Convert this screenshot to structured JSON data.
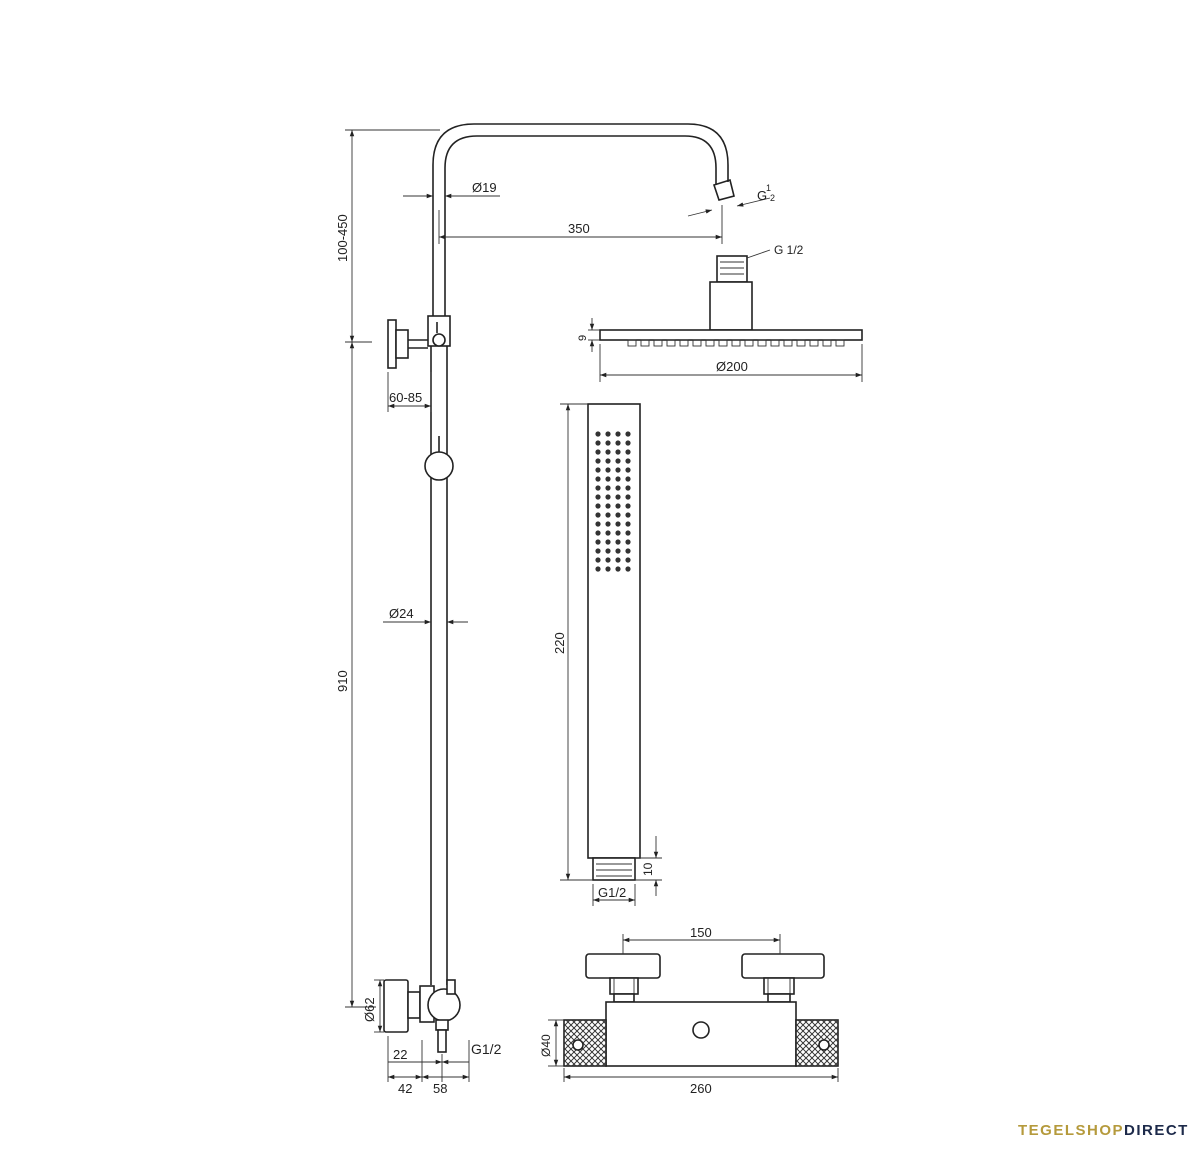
{
  "dimensions": {
    "d19": "Ø19",
    "g12_top": "G",
    "g12_top_frac_num": "1",
    "g12_top_frac_den": "2",
    "d350": "350",
    "g12_head": "G 1/2",
    "h100_450": "100-450",
    "d9": "9",
    "d200": "Ø200",
    "d60_85": "60-85",
    "d24": "Ø24",
    "d910": "910",
    "d220": "220",
    "d10": "10",
    "g12_hand": "G1/2",
    "d150": "150",
    "d62": "Ø62",
    "d22": "22",
    "g12_side": "G1/2",
    "d40": "Ø40",
    "d42": "42",
    "d58": "58",
    "d260": "260"
  },
  "brand": {
    "part1": "TEGELSHOP",
    "part2": "DIRECT"
  },
  "colors": {
    "brand_gold": "#b59a3c",
    "brand_navy": "#1d2a4a",
    "line": "#222222"
  }
}
